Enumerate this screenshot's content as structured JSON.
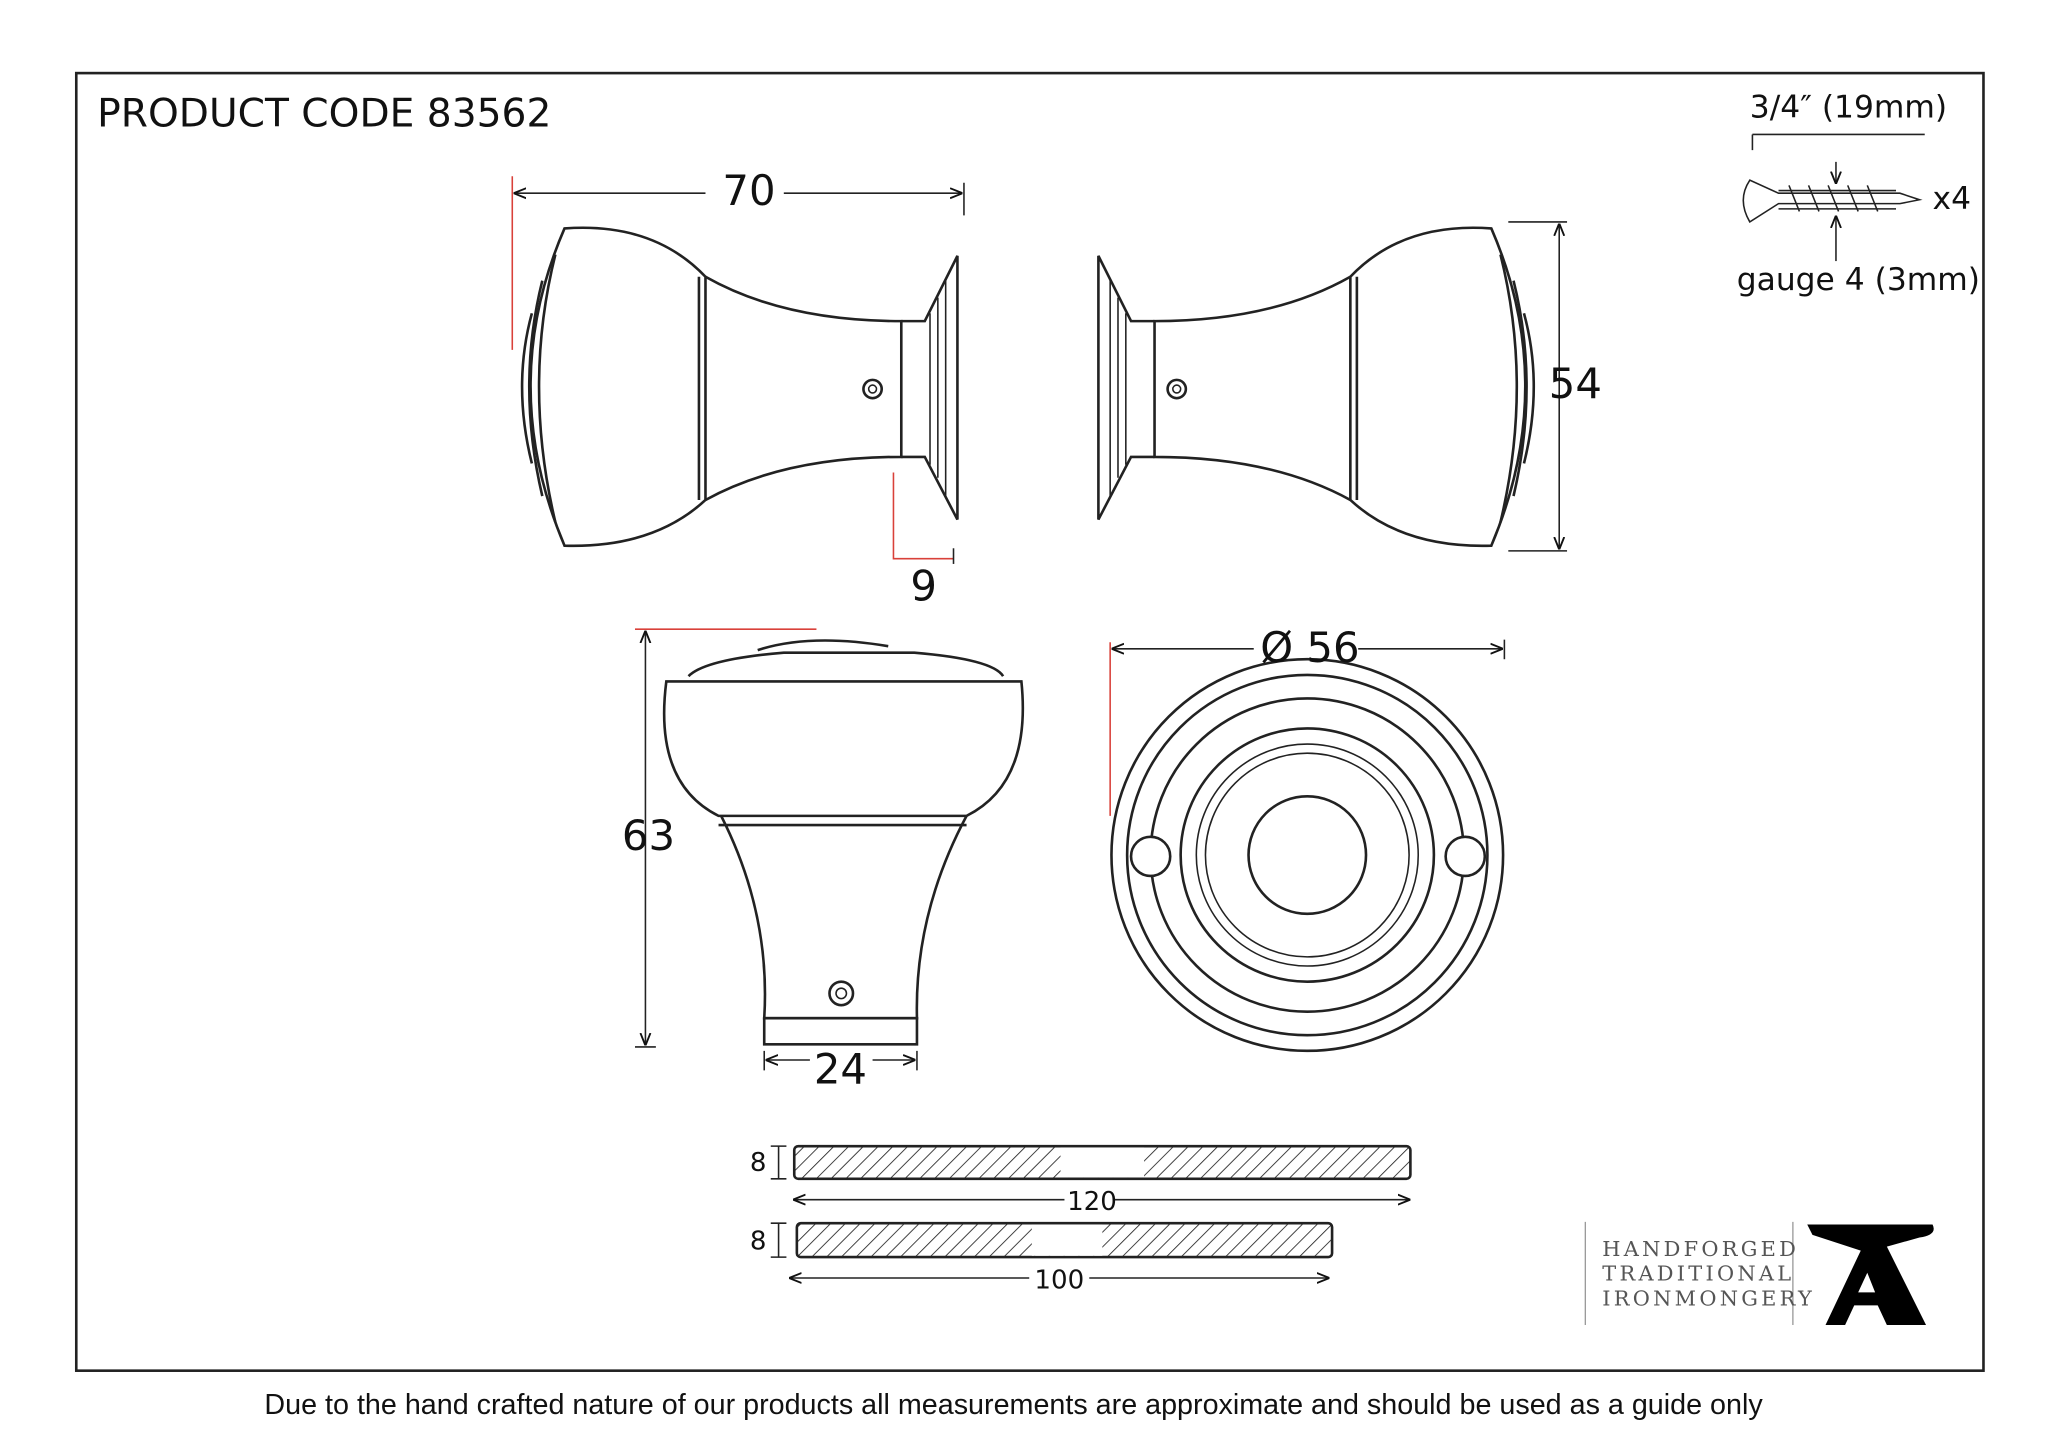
{
  "title": "PRODUCT CODE 83562",
  "dimensions": {
    "width": "70",
    "height": "54",
    "rose_depth": "9",
    "overall_height": "63",
    "base": "24",
    "diameter": "Ø 56"
  },
  "screw": {
    "length": "3/4″ (19mm)",
    "gauge": "gauge 4 (3mm)",
    "quantity": "x4"
  },
  "bars": [
    {
      "thickness": "8",
      "length": "120"
    },
    {
      "thickness": "8",
      "length": "100"
    }
  ],
  "logo": {
    "lines": [
      "HANDFORGED",
      "TRADITIONAL",
      "IRONMONGERY"
    ],
    "icon": "anvil-icon"
  },
  "footer": "Due to the hand crafted nature of our products all measurements are approximate and should be used as a guide only"
}
